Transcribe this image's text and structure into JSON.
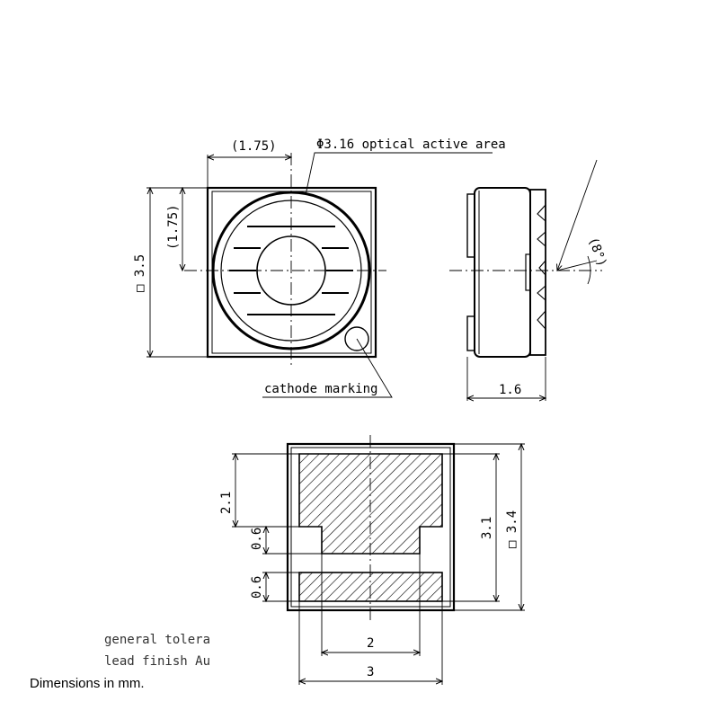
{
  "top_view": {
    "offset_x_label": "(1.75)",
    "offset_y_label": "(1.75)",
    "active_area_label": "Φ3.16 optical active area",
    "size_label": "□ 3.5",
    "cathode_label": "cathode marking"
  },
  "side_view": {
    "height_label": "1.6",
    "angle_label": "(8°)"
  },
  "bottom_view": {
    "pad_height_label": "2.1",
    "neck_label": "0.6",
    "bottom_pad_label": "0.6",
    "inner_height_label": "3.1",
    "outer_size_label": "□ 3.4",
    "neck_width_label": "2",
    "pad_width_label": "3"
  },
  "notes": {
    "tolerance": "general tolera",
    "lead_finish": "lead finish Au"
  },
  "caption": "Dimensions in mm."
}
